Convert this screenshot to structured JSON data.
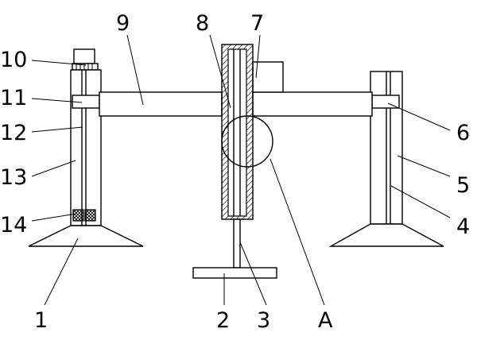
{
  "callouts": [
    {
      "id": "1",
      "text": "1"
    },
    {
      "id": "2",
      "text": "2"
    },
    {
      "id": "3",
      "text": "3"
    },
    {
      "id": "4",
      "text": "4"
    },
    {
      "id": "5",
      "text": "5"
    },
    {
      "id": "6",
      "text": "6"
    },
    {
      "id": "7",
      "text": "7"
    },
    {
      "id": "8",
      "text": "8"
    },
    {
      "id": "9",
      "text": "9"
    },
    {
      "id": "10",
      "text": "10"
    },
    {
      "id": "11",
      "text": "11"
    },
    {
      "id": "12",
      "text": "12"
    },
    {
      "id": "13",
      "text": "13"
    },
    {
      "id": "14",
      "text": "14"
    },
    {
      "id": "A",
      "text": "A"
    }
  ]
}
